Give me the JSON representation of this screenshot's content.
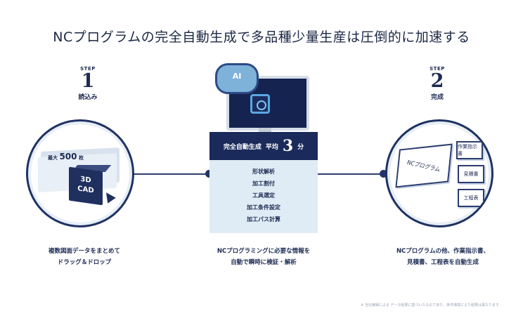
{
  "title": "NCプログラムの完全自動生成で多品種少量生産は圧倒的に加速する",
  "step1": {
    "word": "STEP",
    "num": "1",
    "label": "読込み"
  },
  "step2": {
    "word": "STEP",
    "num": "2",
    "label": "完成"
  },
  "left_circle": {
    "max_prefix": "最大",
    "max_value": "500",
    "max_unit": "枚",
    "cube_text_1": "3D",
    "cube_text_2": "CAD"
  },
  "center": {
    "ai_label": "AI",
    "header_label": "完全自動生成",
    "avg_label": "平均",
    "avg_value": "3",
    "avg_unit": "分",
    "items": [
      "形状解析",
      "加工割付",
      "工具選定",
      "加工条件設定",
      "加工パス計算"
    ]
  },
  "right_circle": {
    "main_doc": "NCプログラム",
    "doc_work": "作業指示書",
    "doc_desc": "見積書",
    "doc_proc": "工程表"
  },
  "captions": {
    "left_line1": "複数図面データをまとめて",
    "left_line2": "ドラッグ＆ドロップ",
    "center_line1": "NCプログラミングに必要な情報を",
    "center_line2": "自動で瞬時に検証・解析",
    "right_line1": "NCプログラムの他、作業指示書、",
    "right_line2": "見積書、工程表を自動生成"
  },
  "footnote": "※ 当社実績による データ結果に基づいたものであり、条件環境により結果は異なります",
  "colors": {
    "navy": "#1a2a5a",
    "light_panel": "#dfecf5",
    "accent_blue": "#5aa7e0"
  }
}
